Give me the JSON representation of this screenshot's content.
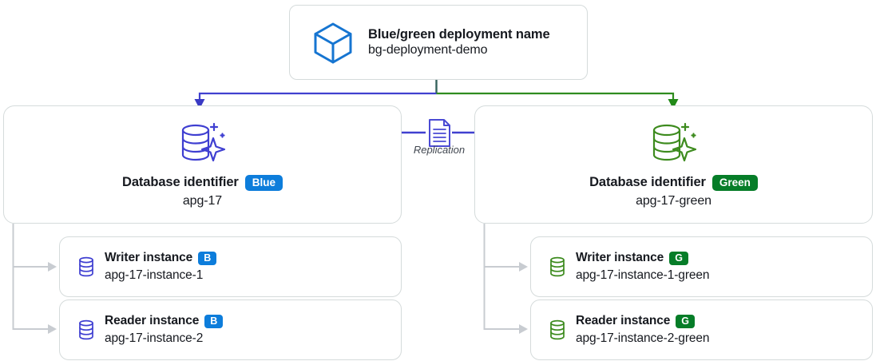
{
  "header": {
    "icon": "cube-icon",
    "title": "Blue/green deployment name",
    "value": "bg-deployment-demo"
  },
  "replication": {
    "icon": "document-icon",
    "label": "Replication"
  },
  "environments": [
    {
      "id": "blue",
      "icon": "database-sparkle-icon",
      "label": "Database identifier",
      "badge": "Blue",
      "value": "apg-17",
      "color": "#0d7ddb",
      "icon_color": "#3f3fd1",
      "instances": [
        {
          "icon": "database-icon",
          "title": "Writer instance",
          "badge": "B",
          "value": "apg-17-instance-1"
        },
        {
          "icon": "database-icon",
          "title": "Reader instance",
          "badge": "B",
          "value": "apg-17-instance-2"
        }
      ]
    },
    {
      "id": "green",
      "icon": "database-sparkle-icon",
      "label": "Database identifier",
      "badge": "Green",
      "value": "apg-17-green",
      "color": "#067d28",
      "icon_color": "#3d8b1e",
      "instances": [
        {
          "icon": "database-icon",
          "title": "Writer instance",
          "badge": "G",
          "value": "apg-17-instance-1-green"
        },
        {
          "icon": "database-icon",
          "title": "Reader instance",
          "badge": "G",
          "value": "apg-17-instance-2-green"
        }
      ]
    }
  ],
  "colors": {
    "card_border": "#d5dbdb",
    "connector_gray": "#c8ccd1",
    "blue_wire": "#4040cf",
    "green_wire": "#2f8c1f",
    "stem": "#35625c",
    "text": "#16191f",
    "cube_blue": "#1675d1"
  }
}
